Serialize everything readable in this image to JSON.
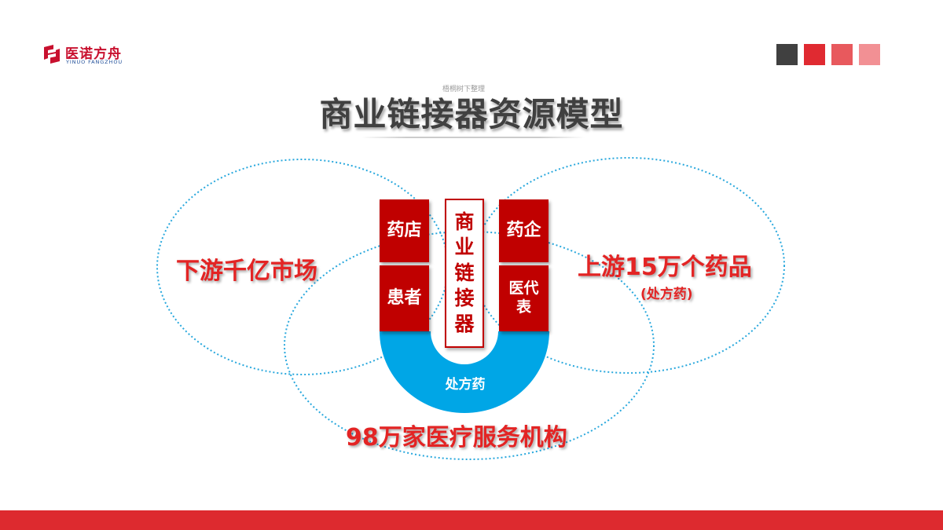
{
  "logo": {
    "name": "医诺方舟",
    "subtitle": "YINUO FANGZHOU",
    "brand_color": "#c8102e"
  },
  "header_squares": [
    "#404040",
    "#e02a31",
    "#e8595d",
    "#f29094"
  ],
  "watermark": "梧桐树下整理",
  "title": "商业链接器资源模型",
  "diagram": {
    "boxes": {
      "pharmacy": "药店",
      "patient": "患者",
      "pharma_company": "药企",
      "medical_rep": "医代表"
    },
    "connector": "商业链接器",
    "arc_label": "处方药",
    "arc_color": "#00a6e6",
    "box_color": "#c00000"
  },
  "markets": {
    "downstream": "下游千亿市场",
    "upstream": "上游15万个药品",
    "upstream_note": "(处方药)",
    "institutions": "98万家医疗服务机构",
    "text_color": "#e32424"
  },
  "footer_bar_color": "#dd2a2f"
}
